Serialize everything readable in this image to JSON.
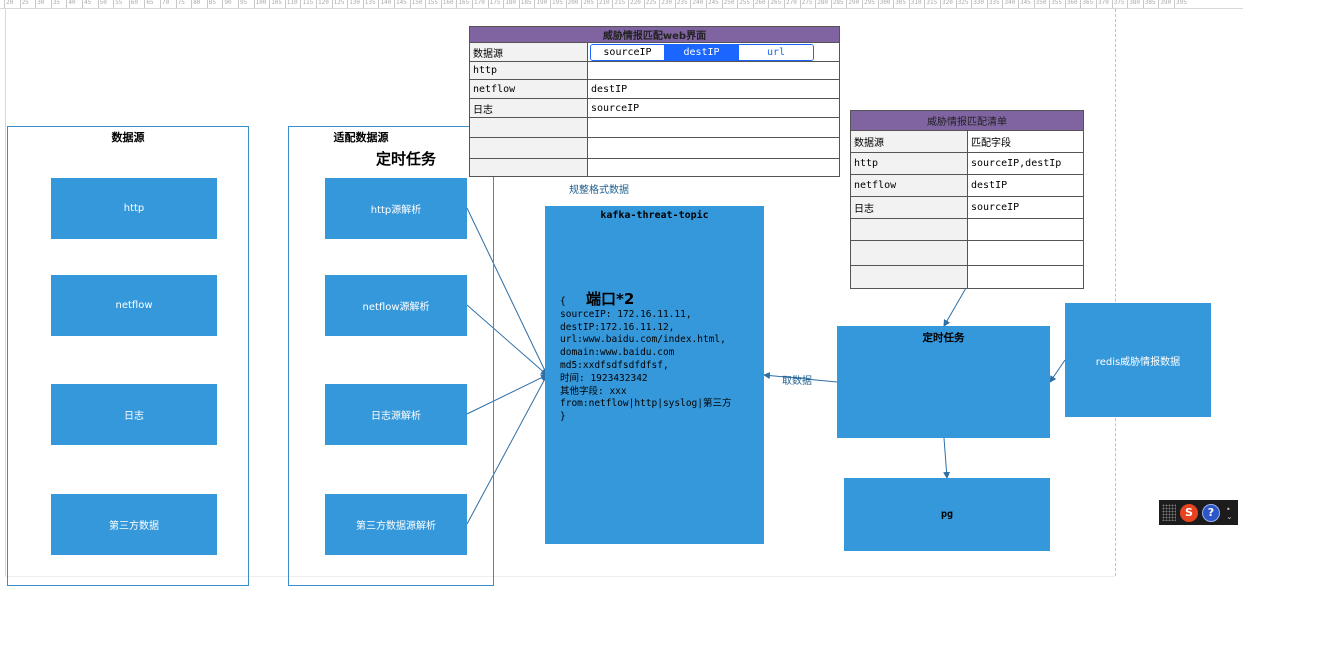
{
  "left_group": {
    "title": "数据源",
    "boxes": [
      "http",
      "netflow",
      "日志",
      "第三方数据"
    ]
  },
  "parser_group": {
    "title": "适配数据源",
    "subtitle": "定时任务",
    "boxes": [
      "http源解析",
      "netflow源解析",
      "日志源解析",
      "第三方数据源解析"
    ]
  },
  "web_table": {
    "title": "威胁情报匹配web界面",
    "header_key": "数据源",
    "tabs": [
      "sourceIP",
      "destIP",
      "url"
    ],
    "active_tab": "destIP",
    "rows": [
      {
        "key": "http",
        "value": ""
      },
      {
        "key": "netflow",
        "value": "destIP"
      },
      {
        "key": "日志",
        "value": "sourceIP"
      },
      {
        "key": "",
        "value": ""
      },
      {
        "key": "",
        "value": ""
      },
      {
        "key": "",
        "value": ""
      }
    ]
  },
  "flow_label_format": "规整格式数据",
  "kafka": {
    "title": "kafka-threat-topic",
    "port_label": "端口*2",
    "json_lines": [
      "{",
      " sourceIP: 172.16.11.11,",
      " destIP:172.16.11.12,",
      " url:www.baidu.com/index.html,",
      " domain:www.baidu.com",
      " md5:xxdfsdfsdfdfsf,",
      " 时间: 1923432342",
      " 其他字段: xxx",
      " from:netflow|http|syslog|第三方",
      "}"
    ]
  },
  "match_table": {
    "title": "威胁情报匹配清单",
    "header": [
      "数据源",
      "匹配字段"
    ],
    "rows": [
      [
        "http",
        "sourceIP,destIp"
      ],
      [
        "netflow",
        "destIP"
      ],
      [
        "日志",
        "sourceIP"
      ],
      [
        "",
        ""
      ],
      [
        "",
        ""
      ],
      [
        "",
        ""
      ]
    ]
  },
  "scheduled_task": "定时任务",
  "fetch_label": "取数据",
  "redis_box": "redis威胁情报数据",
  "pg_box": "pg",
  "ruler_labels": [
    "20",
    "25",
    "30",
    "35",
    "40",
    "45",
    "50",
    "55",
    "60",
    "65",
    "70",
    "75",
    "80",
    "85",
    "90",
    "95",
    "100",
    "105",
    "110",
    "115",
    "120",
    "125",
    "130",
    "135",
    "140",
    "145",
    "150",
    "155",
    "160",
    "165",
    "170",
    "175",
    "180",
    "185",
    "190",
    "195",
    "200",
    "205",
    "210",
    "215",
    "220",
    "225",
    "230",
    "235",
    "240",
    "245",
    "250",
    "255",
    "260",
    "265",
    "270",
    "275",
    "280",
    "285",
    "290",
    "295",
    "300",
    "305",
    "310",
    "315",
    "320",
    "325",
    "330",
    "335",
    "340",
    "345",
    "350",
    "355",
    "360",
    "365",
    "370",
    "375",
    "380",
    "385",
    "390",
    "395"
  ],
  "colors": {
    "box_blue": "#3598db",
    "group_border": "#3a8ec9",
    "table_header_purple": "#8064a2",
    "tab_active": "#1a66ff",
    "arrow": "#2e6fa5"
  }
}
